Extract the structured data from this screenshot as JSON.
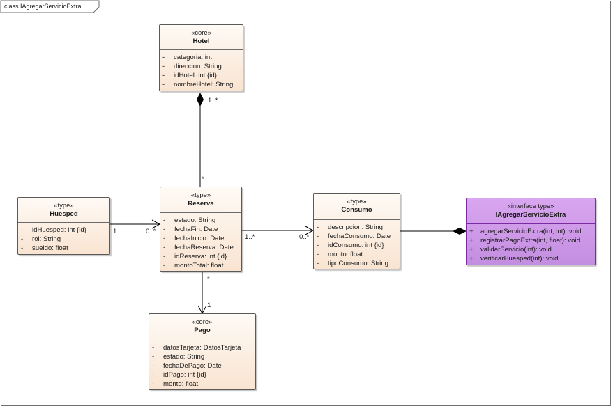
{
  "diagram": {
    "frame_title": "class IAgregarServicioExtra",
    "classes": {
      "hotel": {
        "stereotype": "«core»",
        "name": "Hotel",
        "attributes": [
          {
            "vis": "-",
            "text": "categoria: int"
          },
          {
            "vis": "-",
            "text": "direccion: String"
          },
          {
            "vis": "-",
            "text": "idHotel: int {id}"
          },
          {
            "vis": "-",
            "text": "nombreHotel: String"
          }
        ]
      },
      "huesped": {
        "stereotype": "«type»",
        "name": "Huesped",
        "attributes": [
          {
            "vis": "-",
            "text": "idHuesped: int {id}"
          },
          {
            "vis": "-",
            "text": "rol: String"
          },
          {
            "vis": "-",
            "text": "sueldo: float"
          }
        ]
      },
      "reserva": {
        "stereotype": "«type»",
        "name": "Reserva",
        "attributes": [
          {
            "vis": "-",
            "text": "estado: String"
          },
          {
            "vis": "-",
            "text": "fechaFin: Date"
          },
          {
            "vis": "-",
            "text": "fechaInicio: Date"
          },
          {
            "vis": "-",
            "text": "fechaReserva: Date"
          },
          {
            "vis": "-",
            "text": "idReserva: int {id}"
          },
          {
            "vis": "-",
            "text": "montoTotal: float"
          }
        ]
      },
      "consumo": {
        "stereotype": "«type»",
        "name": "Consumo",
        "attributes": [
          {
            "vis": "-",
            "text": "descripcion: String"
          },
          {
            "vis": "-",
            "text": "fechaConsumo: Date"
          },
          {
            "vis": "-",
            "text": "idConsumo: int {id}"
          },
          {
            "vis": "-",
            "text": "monto: float"
          },
          {
            "vis": "-",
            "text": "tipoConsumo: String"
          }
        ]
      },
      "pago": {
        "stereotype": "«core»",
        "name": "Pago",
        "attributes": [
          {
            "vis": "-",
            "text": "datosTarjeta: DatosTarjeta"
          },
          {
            "vis": "-",
            "text": "estado: String"
          },
          {
            "vis": "-",
            "text": "fechaDePago: Date"
          },
          {
            "vis": "-",
            "text": "idPago: int {id}"
          },
          {
            "vis": "-",
            "text": "monto: float"
          }
        ]
      },
      "iagregar": {
        "stereotype": "«interface type»",
        "name": "IAgregarServicioExtra",
        "operations": [
          {
            "vis": "+",
            "text": "agregarServicioExtra(int, int): void"
          },
          {
            "vis": "+",
            "text": "registrarPagoExtra(int, float): void"
          },
          {
            "vis": "+",
            "text": "validarServicio(int): void"
          },
          {
            "vis": "+",
            "text": "verificarHuesped(int): void"
          }
        ]
      }
    },
    "multiplicities": {
      "hotel_end": "1..*",
      "reserva_top": "*",
      "huesped_end": "1",
      "reserva_left": "0..*",
      "reserva_right": "1..*",
      "consumo_left": "0..*",
      "reserva_bottom": "*",
      "pago_top": "1"
    },
    "colors": {
      "class_fill": "#f9e4d1",
      "interface_fill": "#c48ee0",
      "interface_border": "#7a2aa2",
      "line": "#000000"
    }
  }
}
